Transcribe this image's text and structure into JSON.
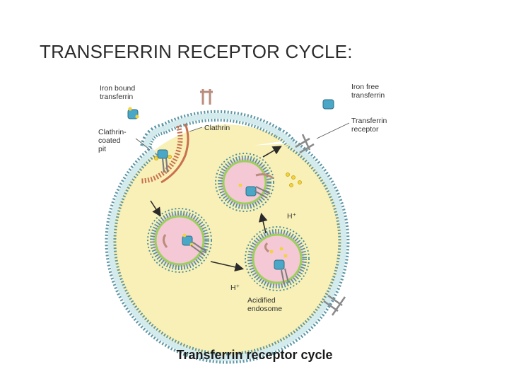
{
  "title": "TRANSFERRIN RECEPTOR CYCLE:",
  "caption": "Transferrin receptor cycle",
  "labels": {
    "iron_bound_1": "Iron bound",
    "iron_bound_2": "transferrin",
    "clathrin_pit_1": "Clathrin-",
    "clathrin_pit_2": "coated",
    "clathrin_pit_3": "pit",
    "clathrin": "Clathrin",
    "iron_free_1": "Iron free",
    "iron_free_2": "transferrin",
    "receptor_1": "Transferrin",
    "receptor_2": "receptor",
    "proton_top": "H⁺",
    "proton_bottom": "H⁺",
    "acidified_1": "Acidified",
    "acidified_2": "endosome"
  },
  "colors": {
    "cytoplasm": "#f8f0b6",
    "membrane_outer": "#5e97a6",
    "membrane_core": "#d4ebee",
    "vesicle_head": "#4e8fa0",
    "vesicle_interior": "#f4c8d4",
    "clathrin": "#c9704f",
    "transferrin": "#4aa7c7",
    "iron": "#f3d23c",
    "receptor": "#7d7d7d",
    "arrow": "#2a2a2a"
  }
}
